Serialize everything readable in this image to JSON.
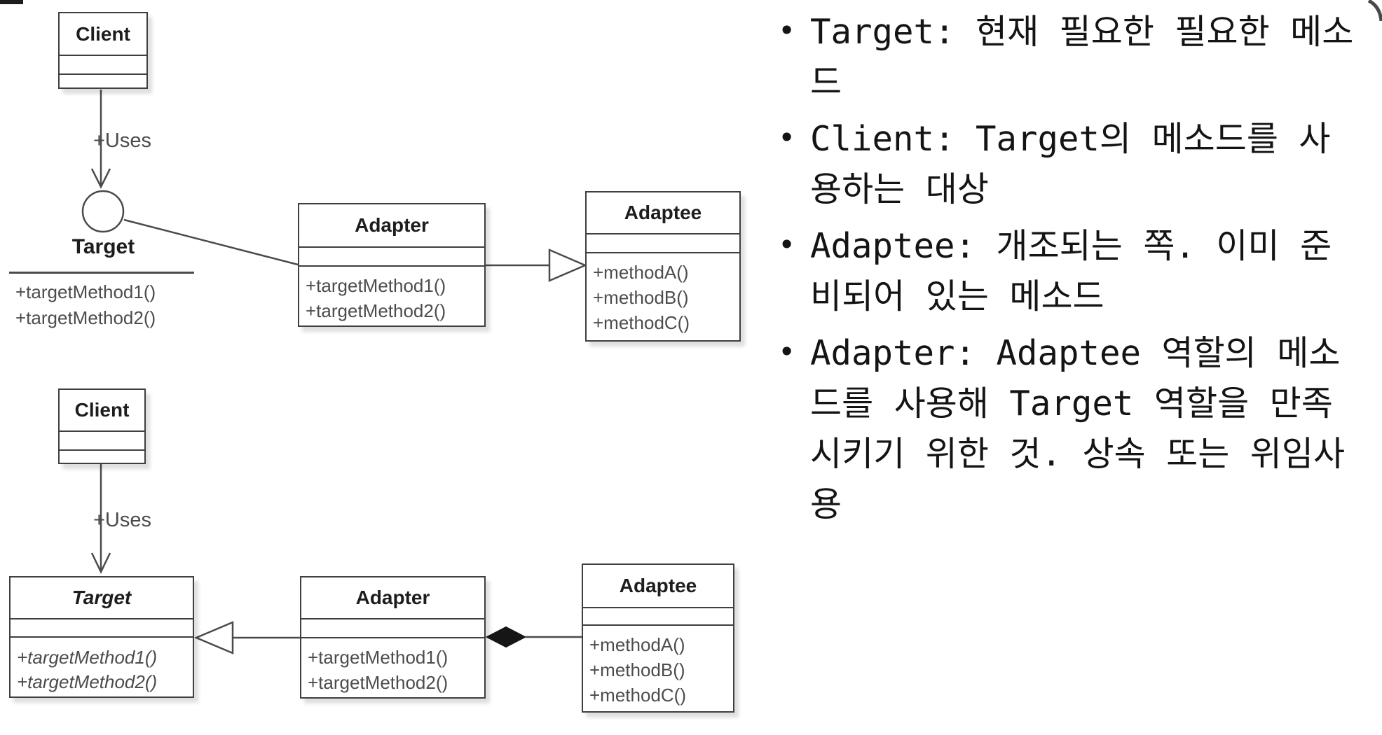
{
  "colors": {
    "line": "#4a4a4a",
    "box_border": "#3f3f3f",
    "title_text": "#1d1d1d",
    "method_text": "#4c4c4c",
    "background": "#ffffff"
  },
  "top_diagram": {
    "description_name": "class-adapter-inheritance-diagram",
    "client": {
      "title": "Client"
    },
    "uses_label": "+Uses",
    "target_interface": {
      "title": "Target",
      "methods": [
        "+targetMethod1()",
        "+targetMethod2()"
      ]
    },
    "adapter": {
      "title": "Adapter",
      "methods": [
        "+targetMethod1()",
        "+targetMethod2()"
      ]
    },
    "adaptee": {
      "title": "Adaptee",
      "methods": [
        "+methodA()",
        "+methodB()",
        "+methodC()"
      ]
    }
  },
  "bottom_diagram": {
    "description_name": "object-adapter-delegation-diagram",
    "client": {
      "title": "Client"
    },
    "uses_label": "+Uses",
    "target": {
      "title": "Target",
      "methods": [
        "+targetMethod1()",
        "+targetMethod2()"
      ]
    },
    "adapter": {
      "title": "Adapter",
      "methods": [
        "+targetMethod1()",
        "+targetMethod2()"
      ]
    },
    "adaptee": {
      "title": "Adaptee",
      "methods": [
        "+methodA()",
        "+methodB()",
        "+methodC()"
      ]
    }
  },
  "notes": {
    "bullets": [
      "Target: 현재 필요한 필요한 메소드",
      "Client: Target의 메소드를 사용하는 대상",
      "Adaptee: 개조되는 쪽. 이미 준비되어 있는 메소드",
      "Adapter: Adaptee 역할의 메소드를 사용해 Target 역할을 만족시키기 위한 것. 상속 또는 위임사용"
    ]
  }
}
